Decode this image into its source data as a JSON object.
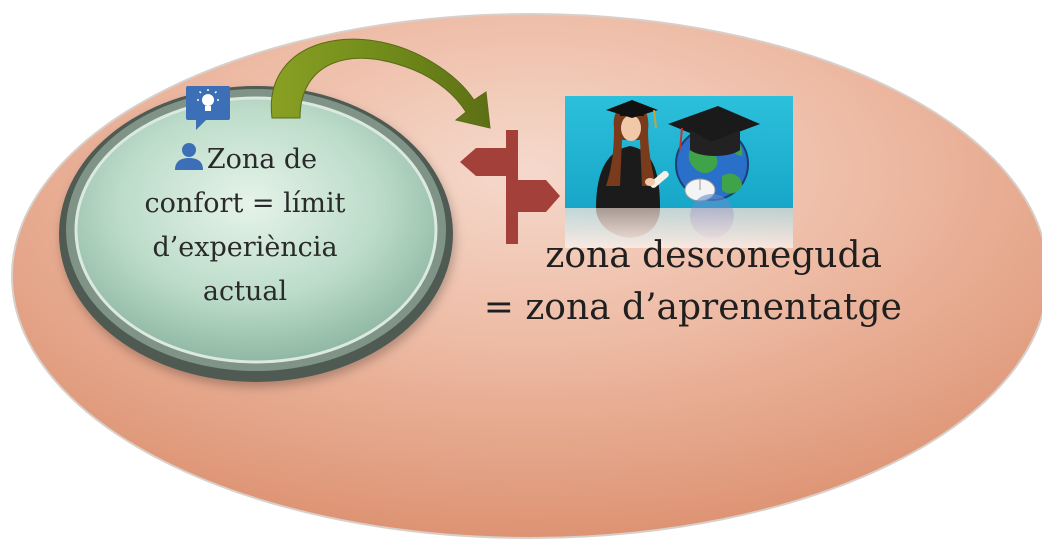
{
  "diagram": {
    "comfort_zone": {
      "lines": [
        "Zona de",
        "confort = límit",
        "d’experiència",
        "actual"
      ],
      "fill_color": "#b9ddc8",
      "border_color": "#5f6f62"
    },
    "unknown_zone": {
      "lines": [
        "zona desconeguda",
        "= zona d’aprenentatge"
      ],
      "fill_color": "#e09a7c"
    },
    "icons": {
      "person": "person-icon",
      "idea_bubble": "lightbulb-speech-icon",
      "curved_arrow": "curved-arrow-icon",
      "signpost": "signpost-icon",
      "graduate": "graduate-with-cap-icon",
      "globe_cap": "globe-mortarboard-mouse-icon"
    },
    "colors": {
      "arrow_green": "#7a8c1e",
      "signpost_red": "#a4403a",
      "photo_sky": "#1fb6d6"
    }
  }
}
